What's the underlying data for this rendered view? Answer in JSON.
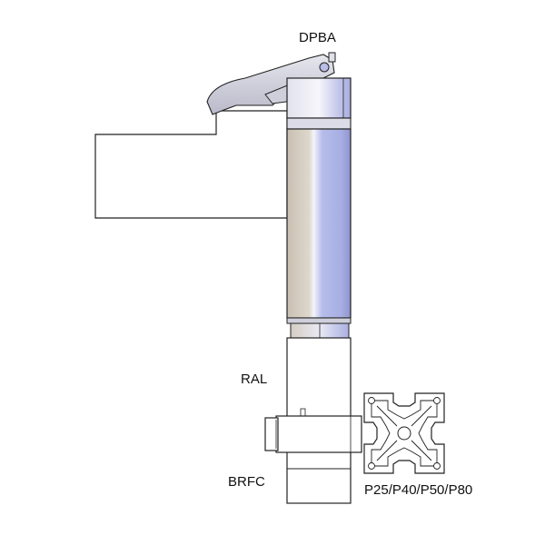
{
  "labels": {
    "clamp": "DPBA",
    "rod_adapter": "RAL",
    "bracket": "BRFC",
    "profile": "P25/P40/P50/P80"
  },
  "colors": {
    "outline": "#222222",
    "clamp_body": "#d9d9e6",
    "cylinder_tan": "#cfc8bc",
    "cylinder_blue": "#aeb4e6",
    "profile_fill": "#ffffff"
  }
}
